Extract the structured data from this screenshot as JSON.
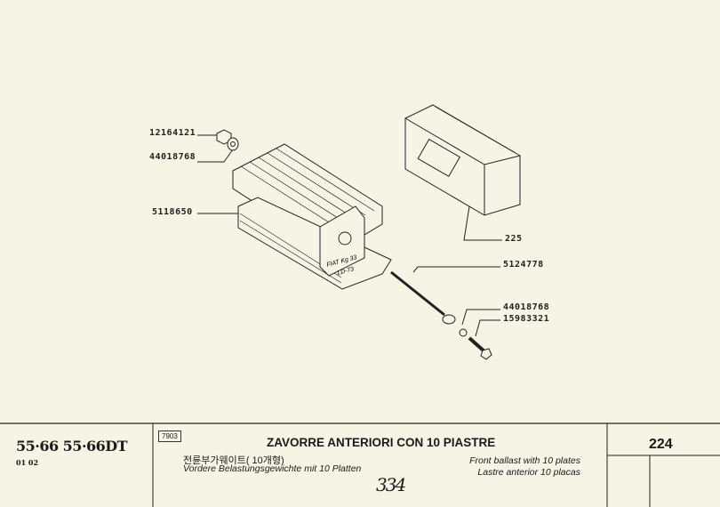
{
  "diagram": {
    "callouts": [
      {
        "part": "12164121"
      },
      {
        "part": "44018768"
      },
      {
        "part": "5118650"
      },
      {
        "part": "225"
      },
      {
        "part": "5124778"
      },
      {
        "part": "44018768"
      },
      {
        "part": "15983321"
      }
    ],
    "casting_mark_1": "FIAT Kg 33",
    "casting_mark_2": "LD-73"
  },
  "footer": {
    "models": "55·66 55·66DT",
    "model_sub": "01 02",
    "ref_code": "7903",
    "title_it": "ZAVORRE ANTERIORI CON 10 PIASTRE",
    "title_ko": "전륜부가웨이트( 10개형)",
    "title_de": "Vordere Belastungsgewichte mit 10 Platten",
    "title_en": "Front ballast with 10 plates",
    "title_es": "Lastre anterior 10 placas",
    "page_number": "224",
    "handwritten_note": "334"
  },
  "colors": {
    "paper": "#f6f4e4",
    "ink": "#1a1a1a"
  }
}
